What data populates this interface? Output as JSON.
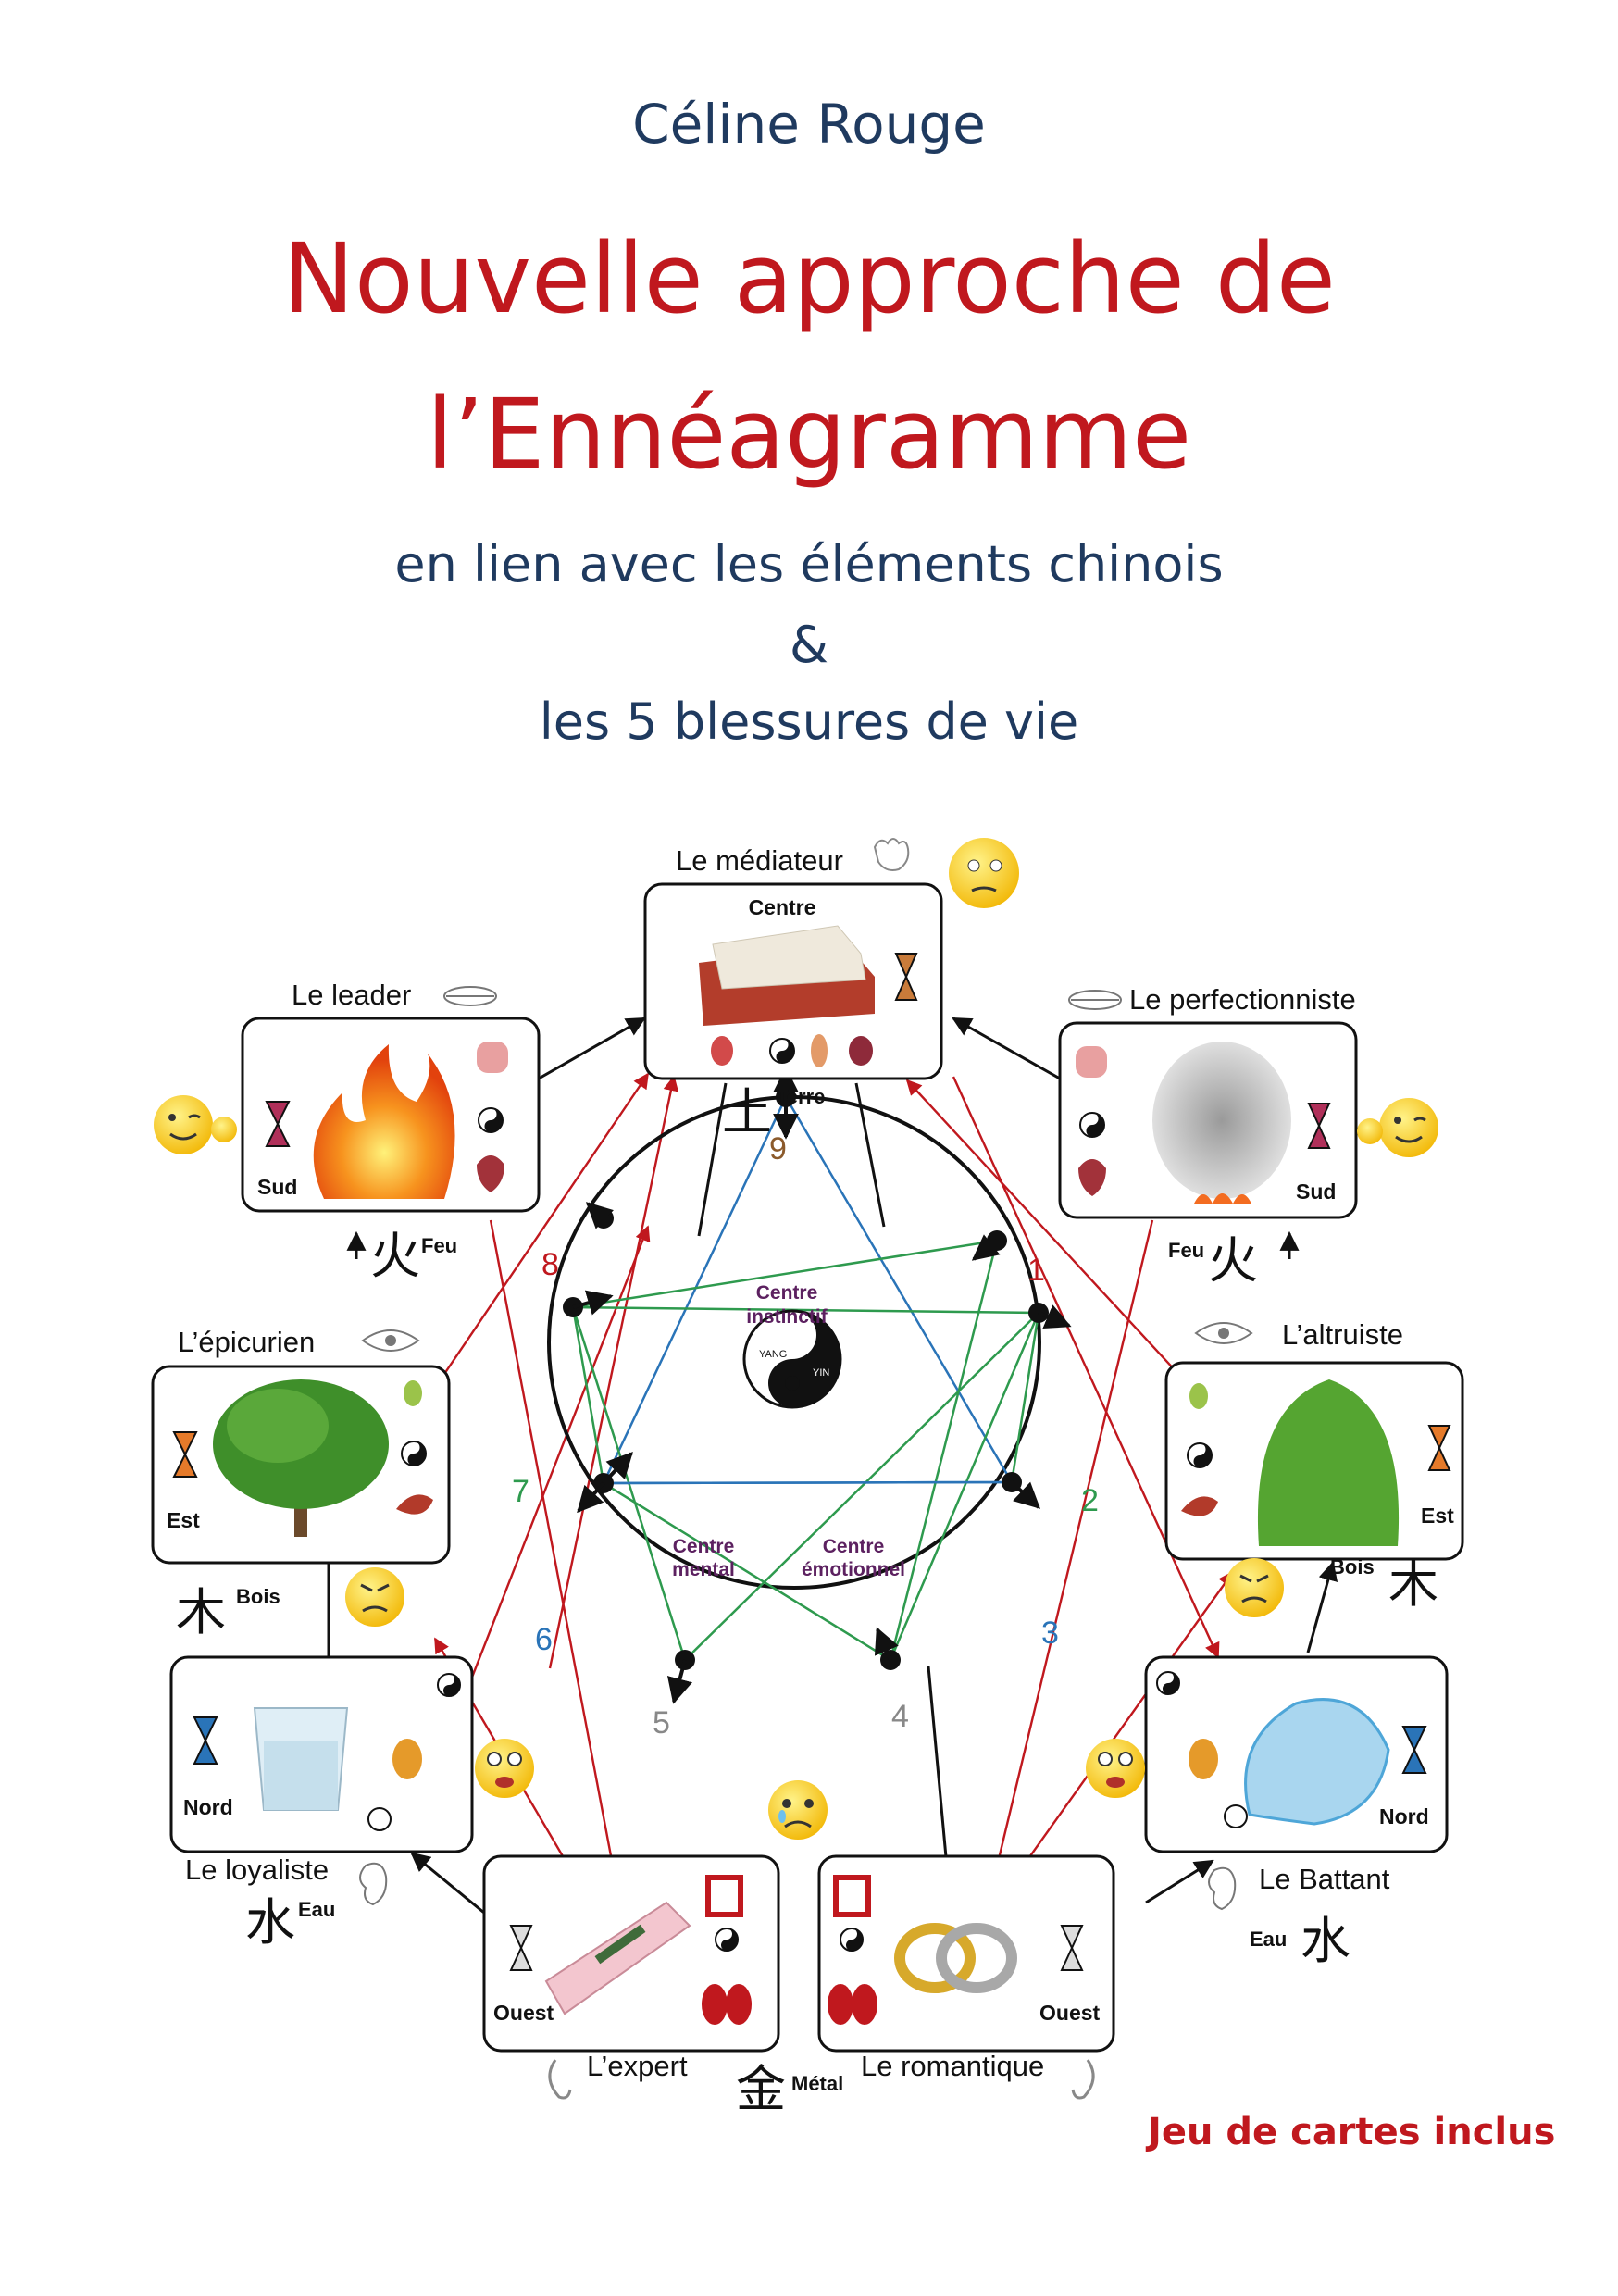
{
  "header": {
    "author": "Céline Rouge",
    "title_line1": "Nouvelle approche de",
    "title_line2": "l’Ennéagramme",
    "subtitle_line1": "en lien avec les éléments chinois",
    "subtitle_line2": "&",
    "subtitle_line3": "les 5 blessures de vie"
  },
  "footer": {
    "note": "Jeu de cartes inclus"
  },
  "diagram": {
    "types": [
      {
        "id": "mediateur",
        "name": "Le médiateur",
        "direction": "Centre"
      },
      {
        "id": "leader",
        "name": "Le leader",
        "direction": "Sud"
      },
      {
        "id": "perfectionniste",
        "name": "Le perfectionniste",
        "direction": "Sud"
      },
      {
        "id": "epicurien",
        "name": "L’épicurien",
        "direction": "Est"
      },
      {
        "id": "altruiste",
        "name": "L’altruiste",
        "direction": "Est"
      },
      {
        "id": "loyaliste",
        "name": "Le loyaliste",
        "direction": "Nord"
      },
      {
        "id": "battant",
        "name": "Le Battant",
        "direction": "Nord"
      },
      {
        "id": "expert",
        "name": "L’expert",
        "direction": "Ouest"
      },
      {
        "id": "romantique",
        "name": "Le romantique",
        "direction": "Ouest"
      }
    ],
    "elements": {
      "terre": {
        "glyph": "土",
        "name": "Terre"
      },
      "feu_left": {
        "glyph": "火",
        "name": "Feu"
      },
      "feu_right": {
        "glyph": "火",
        "name": "Feu"
      },
      "bois_left": {
        "glyph": "木",
        "name": "Bois"
      },
      "bois_right": {
        "glyph": "木",
        "name": "Bois"
      },
      "eau_left": {
        "glyph": "水",
        "name": "Eau"
      },
      "eau_right": {
        "glyph": "水",
        "name": "Eau"
      },
      "metal": {
        "glyph": "金",
        "name": "Métal"
      }
    },
    "numbers": [
      "1",
      "2",
      "3",
      "4",
      "5",
      "6",
      "7",
      "8",
      "9"
    ],
    "centers": {
      "instinctif_l1": "Centre",
      "instinctif_l2": "instinctif",
      "mental_l1": "Centre",
      "mental_l2": "mental",
      "emotionnel_l1": "Centre",
      "emotionnel_l2": "émotionnel"
    },
    "yinyang": {
      "yang": "YANG",
      "yin": "YIN"
    },
    "colors": {
      "red": "#c0181e",
      "green": "#2e9a4e",
      "blue": "#2a74b8",
      "brown": "#8b5a2b",
      "grey": "#888888",
      "navy": "#1f3a5f"
    }
  }
}
